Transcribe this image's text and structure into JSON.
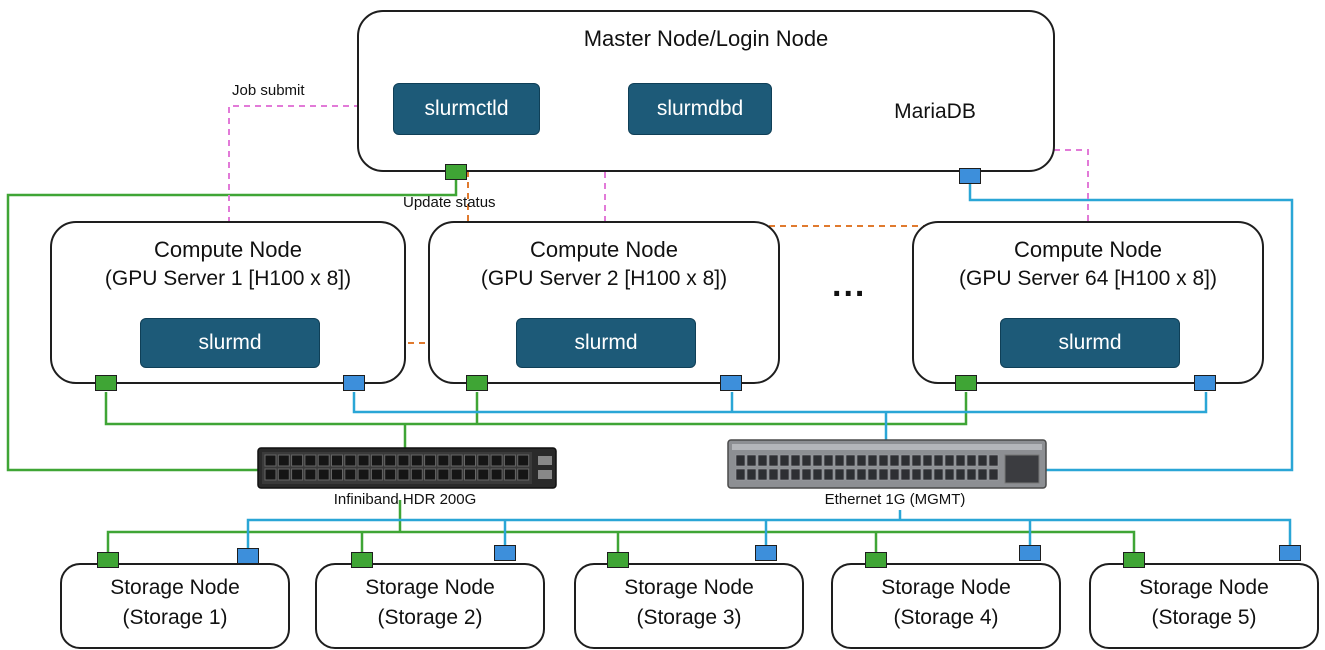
{
  "master": {
    "title": "Master Node/Login Node",
    "services": {
      "ctl": "slurmctld",
      "dbd": "slurmdbd",
      "db": "MariaDB"
    }
  },
  "flows": {
    "job_submit": "Job submit",
    "update_status": "Update status"
  },
  "compute_nodes": [
    {
      "title": "Compute Node",
      "subtitle": "(GPU Server 1 [H100 x 8])",
      "service": "slurmd"
    },
    {
      "title": "Compute Node",
      "subtitle": "(GPU Server 2 [H100 x 8])",
      "service": "slurmd"
    },
    {
      "title": "Compute Node",
      "subtitle": "(GPU Server 64 [H100 x 8])",
      "service": "slurmd"
    }
  ],
  "ellipsis": "...",
  "switches": {
    "infiniband": "Infiniband HDR 200G",
    "ethernet": "Ethernet 1G (MGMT)"
  },
  "storage_nodes": [
    {
      "title": "Storage Node",
      "subtitle": "(Storage 1)"
    },
    {
      "title": "Storage Node",
      "subtitle": "(Storage 2)"
    },
    {
      "title": "Storage Node",
      "subtitle": "(Storage 3)"
    },
    {
      "title": "Storage Node",
      "subtitle": "(Storage 4)"
    },
    {
      "title": "Storage Node",
      "subtitle": "(Storage 5)"
    }
  ],
  "colors": {
    "infiniband": "#3fa535",
    "ethernet": "#2aa6d6",
    "job_submit": "#e27ad8",
    "update_status": "#e07a2e",
    "service_box": "#1d5a78"
  }
}
